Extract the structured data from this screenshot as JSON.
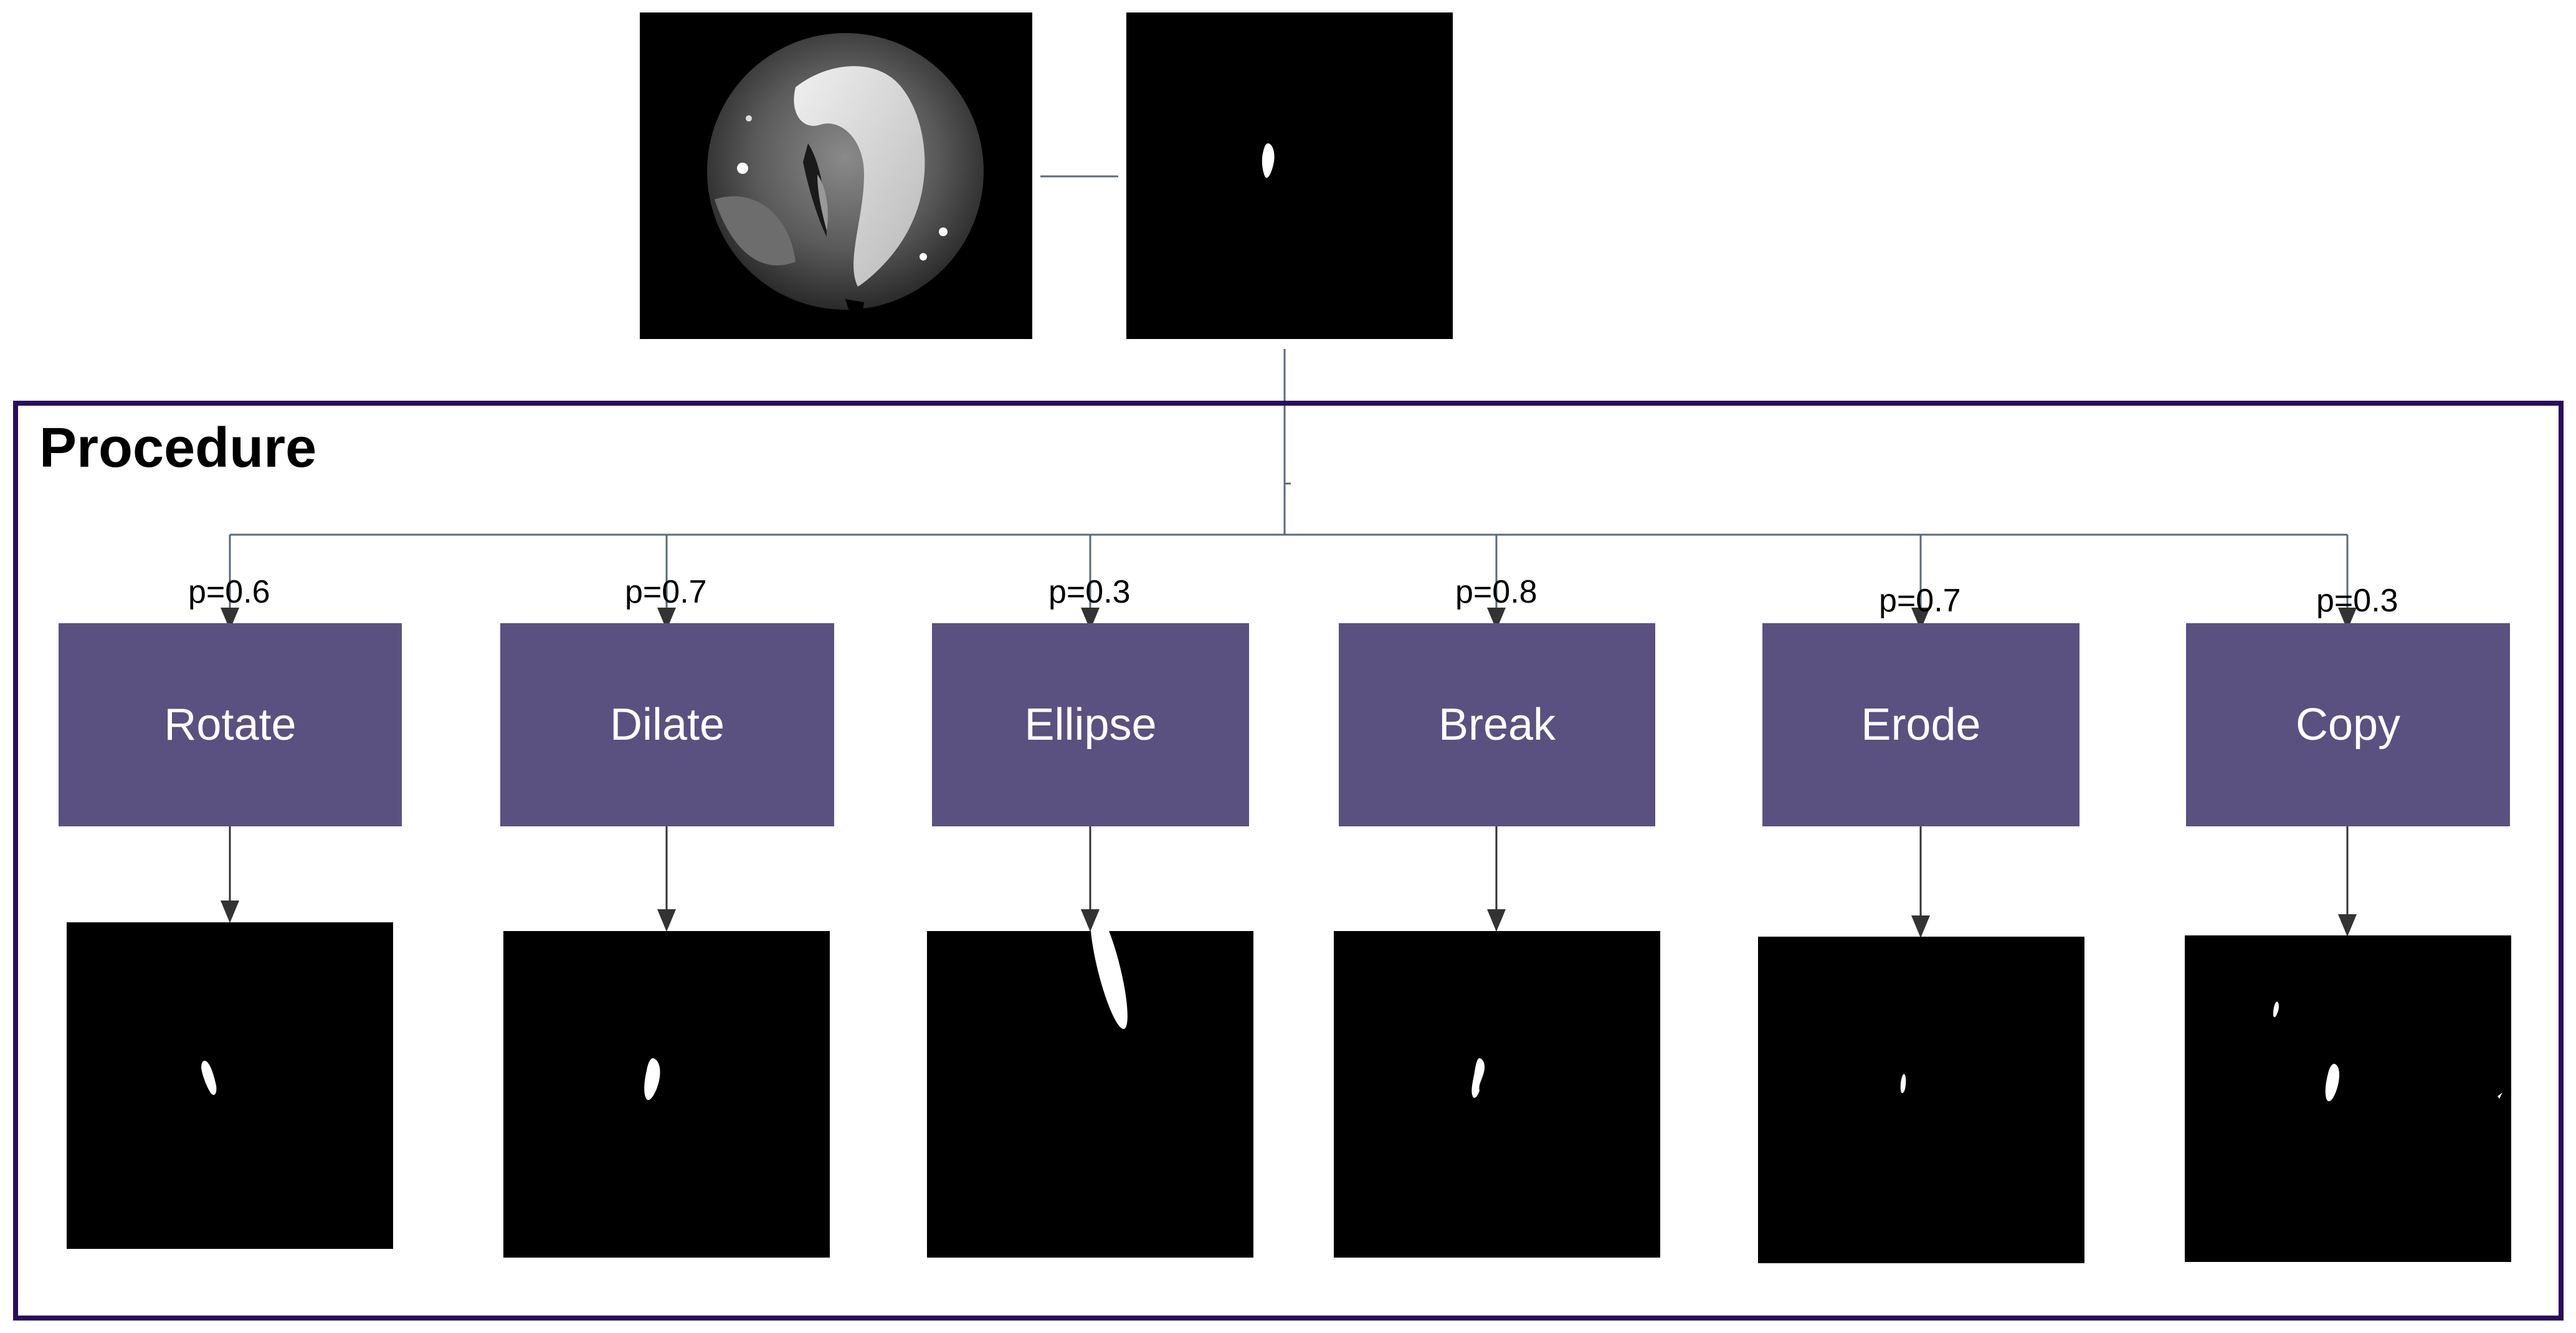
{
  "procedure_title": "Procedure",
  "operations": [
    {
      "name": "Rotate",
      "probability": "p=0.6"
    },
    {
      "name": "Dilate",
      "probability": "p=0.7"
    },
    {
      "name": "Ellipse",
      "probability": "p=0.3"
    },
    {
      "name": "Break",
      "probability": "p=0.8"
    },
    {
      "name": "Erode",
      "probability": "p=0.7"
    },
    {
      "name": "Copy",
      "probability": "p=0.3"
    }
  ],
  "colors": {
    "operation_fill": "#5a5180",
    "frame_border": "#2a0d5e",
    "connector": "#5c6b7a",
    "image_background": "#000000"
  }
}
